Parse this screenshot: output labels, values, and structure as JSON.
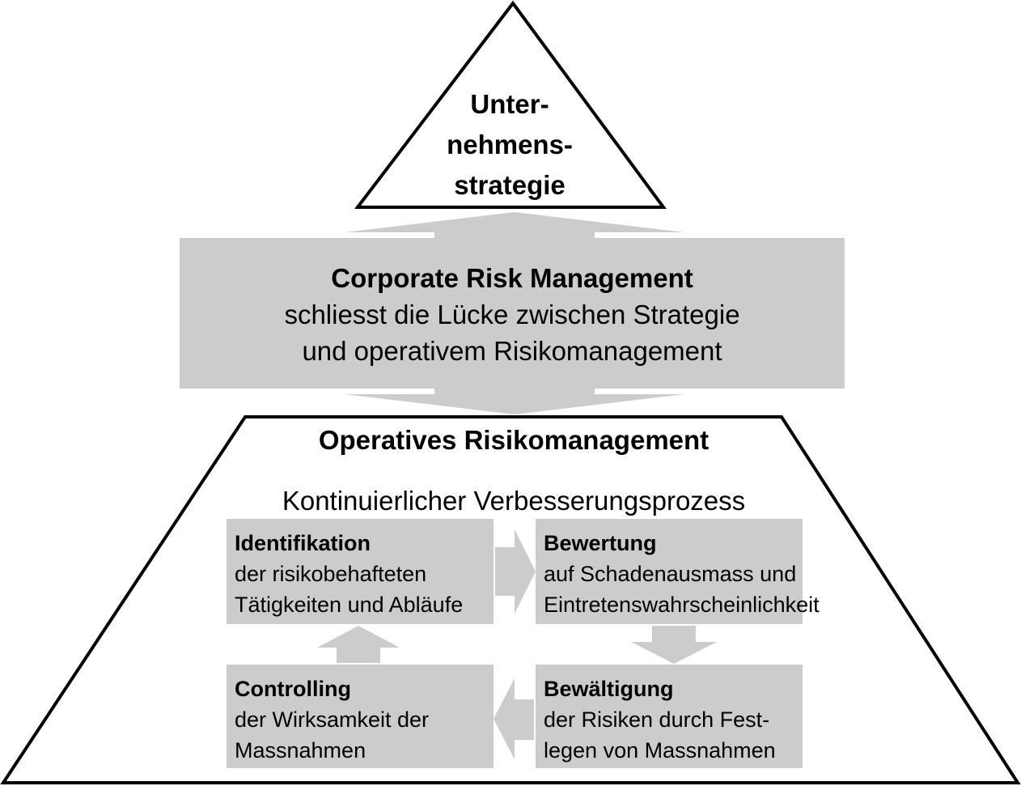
{
  "strategy": {
    "lines": [
      "Unter-",
      "nehmens-",
      "strategie"
    ]
  },
  "corporate": {
    "title": "Corporate Risk Management",
    "line1": "schliesst die Lücke zwischen Strategie",
    "line2": "und operativem Risikomanagement"
  },
  "operative": {
    "title": "Operatives Risikomanagement",
    "subtitle": "Kontinuierlicher Verbesserungsprozess"
  },
  "steps": {
    "identifikation": {
      "title": "Identifikation",
      "line1": "der risikobehafteten",
      "line2": "Tätigkeiten und Abläufe"
    },
    "bewertung": {
      "title": "Bewertung",
      "line1": "auf Schadenausmass und",
      "line2": "Eintretenswahrscheinlichkeit"
    },
    "bewaeltigung": {
      "title": "Bewältigung",
      "line1": "der Risiken durch Fest-",
      "line2": "legen von Massnahmen"
    },
    "controlling": {
      "title": "Controlling",
      "line1": "der Wirksamkeit der",
      "line2": "Massnahmen"
    }
  },
  "colors": {
    "box_fill": "#cccccc",
    "line": "#000000",
    "background": "#ffffff"
  }
}
